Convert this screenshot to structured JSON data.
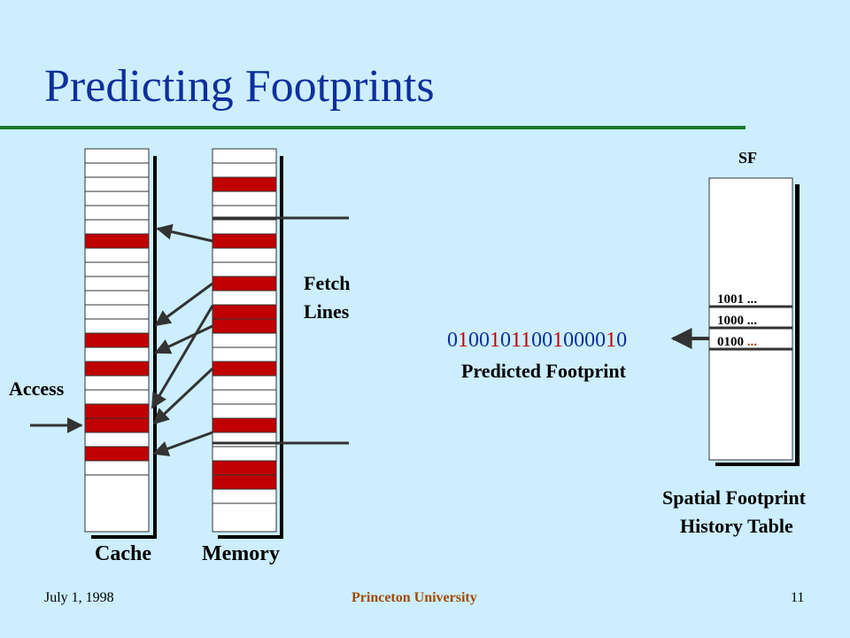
{
  "title": "Predicting Footprints",
  "labels": {
    "access": "Access",
    "cache": "Cache",
    "memory": "Memory",
    "fetch_line1": "Fetch",
    "fetch_line2": "Lines",
    "sf": "SF",
    "predicted_footprint": "Predicted Footprint",
    "table_line1": "Spatial Footprint",
    "table_line2": "History Table"
  },
  "footprint_bits": "01001011001000010",
  "sf_entries": [
    {
      "prefix": "1001",
      "suffix": " ..."
    },
    {
      "prefix": "1000",
      "suffix": " ..."
    },
    {
      "prefix": "0100",
      "suffix": " ..."
    }
  ],
  "cache_rows": [
    0,
    0,
    0,
    0,
    0,
    1,
    0,
    0,
    0,
    0,
    0,
    0,
    1,
    0,
    1,
    0,
    0,
    1,
    1,
    0,
    1,
    0
  ],
  "memory_rows": [
    0,
    1,
    0,
    0,
    0,
    1,
    0,
    0,
    1,
    0,
    1,
    1,
    0,
    0,
    1,
    0,
    0,
    0,
    1,
    0,
    0,
    1,
    1,
    0
  ],
  "colors": {
    "background": "#cceeff",
    "title": "#0d2f9c",
    "rule": "#1a7a2a",
    "highlight": "#c00000",
    "footer_center": "#a24a00"
  },
  "footer": {
    "date": "July 1, 1998",
    "center": "Princeton University",
    "page": "11"
  }
}
